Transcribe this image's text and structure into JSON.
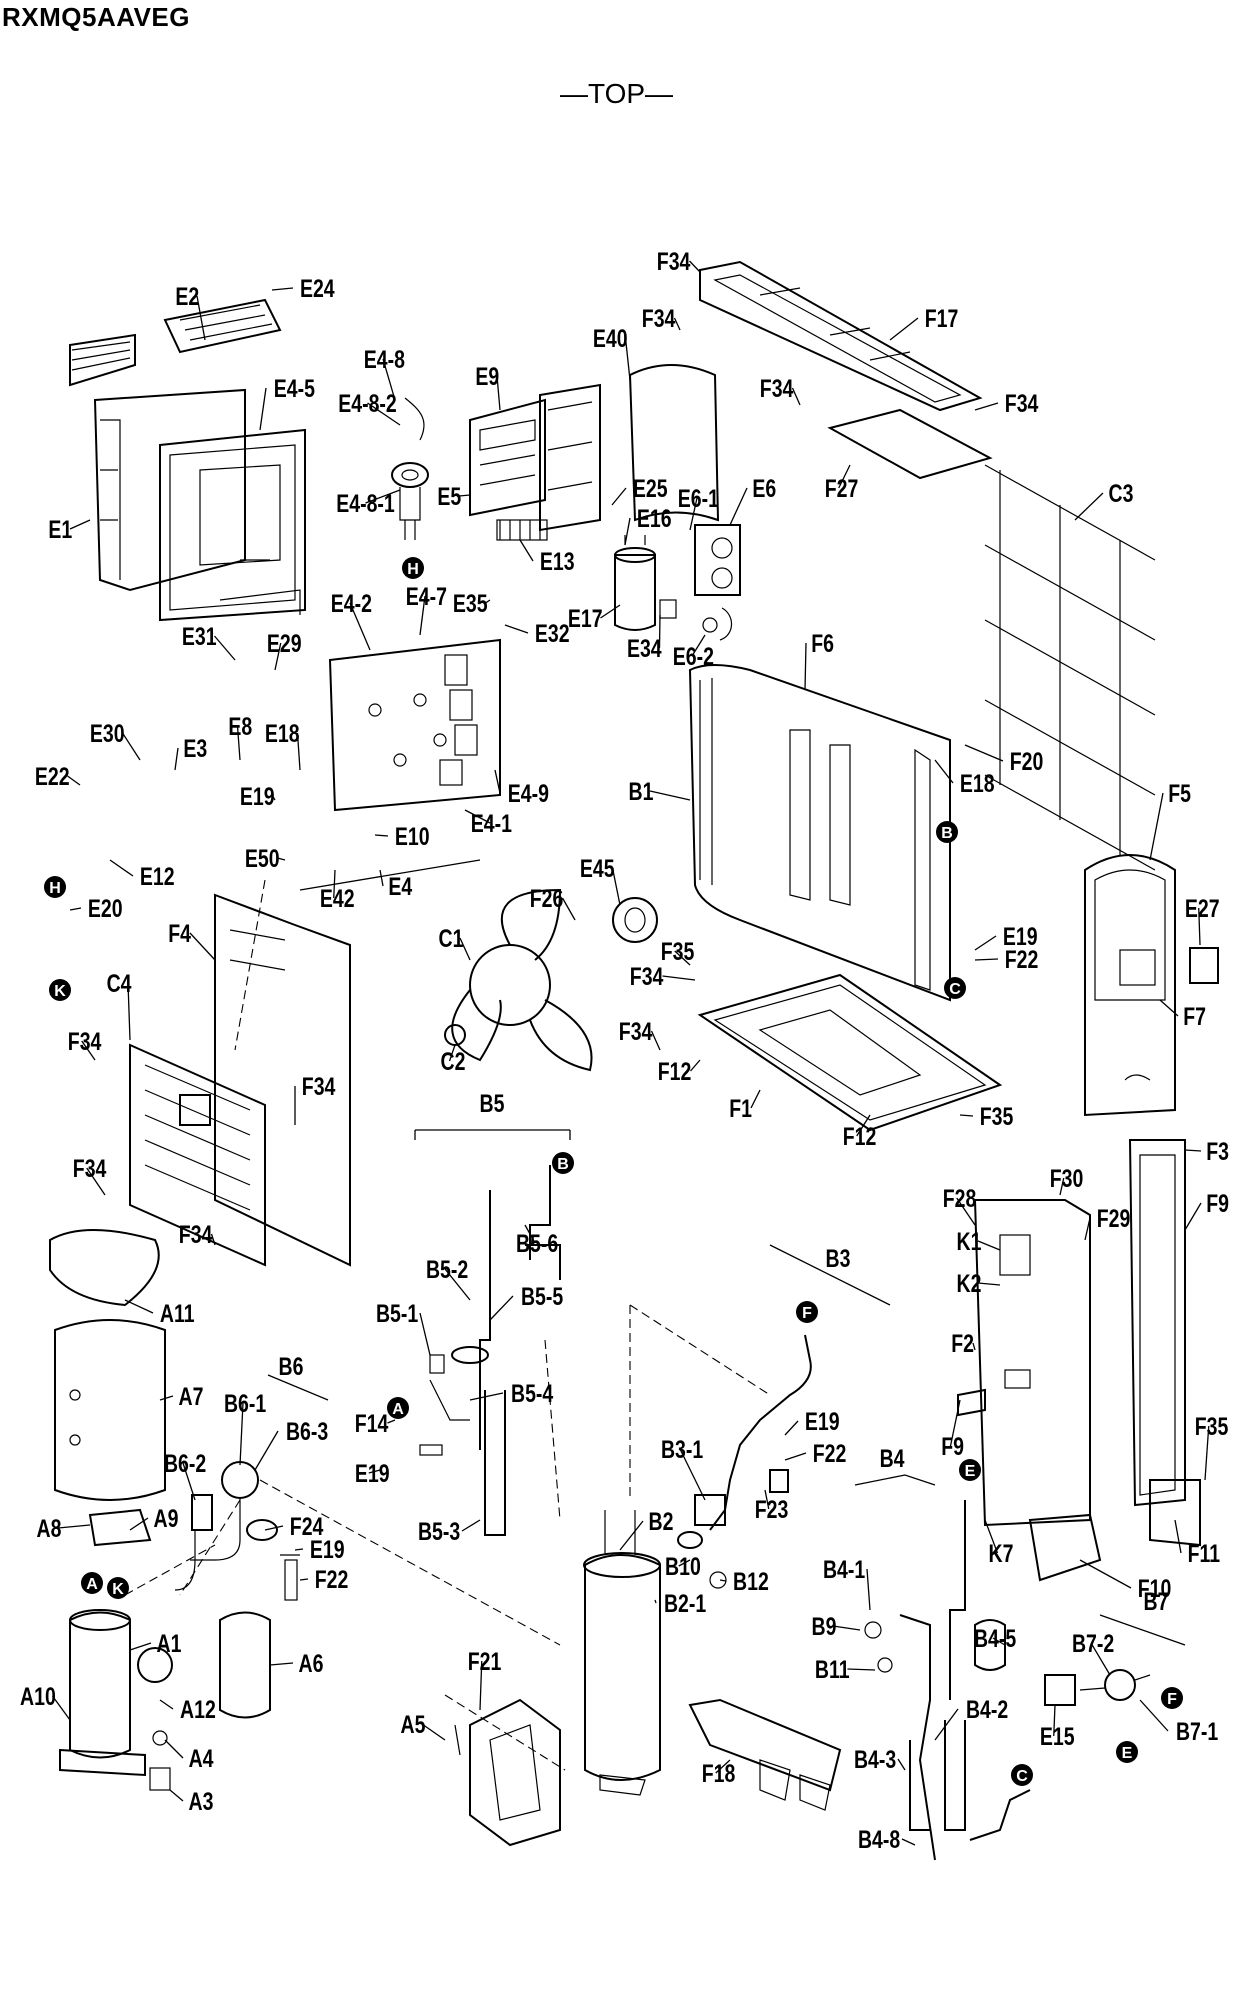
{
  "header": {
    "model": "RXMQ5AAVEG",
    "view": "—TOP—"
  },
  "markers": [
    "A",
    "B",
    "C",
    "E",
    "F",
    "H",
    "K"
  ],
  "parts": [
    "A1",
    "A3",
    "A4",
    "A5",
    "A6",
    "A7",
    "A8",
    "A9",
    "A10",
    "A11",
    "A12",
    "B1",
    "B2",
    "B2-1",
    "B3",
    "B3-1",
    "B4",
    "B4-1",
    "B4-2",
    "B4-3",
    "B4-5",
    "B4-8",
    "B5",
    "B5-1",
    "B5-2",
    "B5-3",
    "B5-4",
    "B5-5",
    "B5-6",
    "B6",
    "B6-1",
    "B6-2",
    "B6-3",
    "B7",
    "B7-1",
    "B7-2",
    "B9",
    "B10",
    "B11",
    "B12",
    "C1",
    "C2",
    "C3",
    "C4",
    "E1",
    "E2",
    "E3",
    "E4",
    "E4-1",
    "E4-2",
    "E4-5",
    "E4-7",
    "E4-8",
    "E4-8-1",
    "E4-8-2",
    "E4-9",
    "E5",
    "E6",
    "E6-1",
    "E6-2",
    "E8",
    "E9",
    "E10",
    "E12",
    "E13",
    "E15",
    "E16",
    "E17",
    "E18",
    "E19",
    "E20",
    "E22",
    "E24",
    "E25",
    "E27",
    "E29",
    "E30",
    "E31",
    "E32",
    "E34",
    "E35",
    "E40",
    "E42",
    "E45",
    "E50",
    "F1",
    "F2",
    "F3",
    "F4",
    "F5",
    "F6",
    "F7",
    "F9",
    "F10",
    "F11",
    "F12",
    "F14",
    "F17",
    "F18",
    "F20",
    "F21",
    "F22",
    "F23",
    "F24",
    "F26",
    "F27",
    "F28",
    "F29",
    "F30",
    "F34",
    "F35",
    "K1",
    "K2",
    "K7"
  ]
}
